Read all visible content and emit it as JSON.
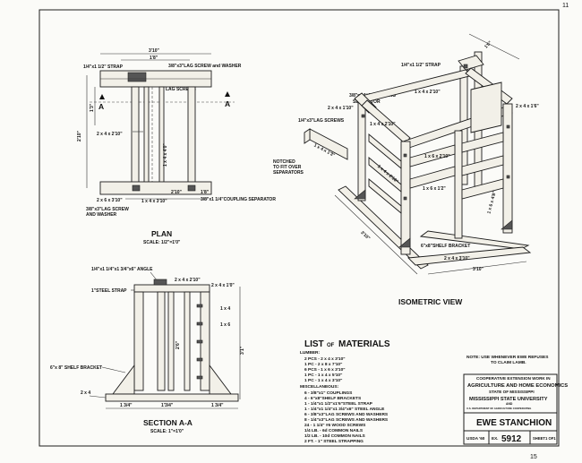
{
  "corner_marks": {
    "top_right": "11",
    "bottom_right": "15"
  },
  "plan": {
    "title": "PLAN",
    "scale": "SCALE: 1/2\"=1'0\"",
    "section_marker": "A",
    "labels": {
      "overall_width": "3'10\"",
      "inner_width": "1'8\"",
      "strap": "1/4\"x1 1/2\" STRAP",
      "lag_screw_washer": "3/8\"x3\"LAG SCREW and WASHER",
      "lag_screws": "LAG SCREWS",
      "depth_left": "2'10\"",
      "depth_top": "1'3\"",
      "rail_2x4": "2 x 4 x 2'10\"",
      "rail_long": "1 x 4 x 4'0\"",
      "bottom_rail": "1 x 4 x 3'10\"",
      "bottom_2x6": "2 x 6 x 3'10\"",
      "lag_screw_bottom": "3/8\"x3\"LAG SCREW",
      "and_washer": "AND WASHER",
      "coupling_separator": "3/8\"x1 1/4\"COUPLING SEPARATOR",
      "dim_a": "2'10\"",
      "dim_b": "1'8\""
    }
  },
  "isometric": {
    "title": "ISOMETRIC VIEW",
    "labels": {
      "top_dim": "1'6\"",
      "strap": "1/4\"x1 1/2\" STRAP",
      "coupling_separator_1": "3/8\"x1 1/4\"COUPLING",
      "coupling_separator_2": "SEPARATOR",
      "rail_top": "1 x 4 x 2'10\"",
      "rail_2x4_left": "2 x 4 x 1'10\"",
      "lag_screws": "1/4\"x3\"LAG SCREWS",
      "rail_right": "2 x 4 x 1'6\"",
      "notched_1": "NOTCHED",
      "notched_2": "TO FIT OVER",
      "notched_3": "SEPARATORS",
      "board_1": "1 x 4 x 2'10\"",
      "board_2": "1 x 6 x 2'10\"",
      "board_3": "1 x 6 x 1'2\"",
      "board_4": "1 x 4 x 2'10\"",
      "front_board": "1 x 4 x 1'3\"",
      "post": "1 x 6 x 4'8\"",
      "shelf_bracket": "6\"x8\"SHELF BRACKET",
      "base_2x4": "2 x 4 x 3'10\"",
      "base_dim_left": "3'10\"",
      "base_dim_right": "3'10\""
    }
  },
  "section": {
    "title": "SECTION A-A",
    "scale": "SCALE: 1\"=1'0\"",
    "labels": {
      "angle": "1/4\"x1 1/4\"x1 3/4\"x6\" ANGLE",
      "top_2x4": "2 x 4 x 2'10\"",
      "top_rail": "2 x 4 x 1'0\"",
      "steel_strap": "1\"STEEL STRAP",
      "side_1x4": "1 x 4",
      "side_1x6": "1 x 6",
      "height": "3'1\"",
      "inner_dim": "2'6\"",
      "shelf_bracket": "6\"x 8\" SHELF BRACKET",
      "base_2x4": "2 x 4",
      "bottom_left": "1 3/4\"",
      "bottom_mid": "1'3/4\"",
      "bottom_right": "1 3/4\""
    }
  },
  "materials": {
    "title": "LIST",
    "title_of": "OF",
    "title_rest": "MATERIALS",
    "lumber_heading": "LUMBER:",
    "lumber": [
      "2 PCS - 2 x 4 x 3'10\"",
      "1 PC - 2 x 8 x 7'10\"",
      "6 PCS - 1 x 6 x 3'10\"",
      "1 PC - 1 x 4 x 5'10\"",
      "1 PC - 1 x 4 x 3'10\""
    ],
    "misc_heading": "MISCELLANEOUS:",
    "misc": [
      "6 - 3/8\"x1\" COUPLINGS",
      "4 - 6\"x8\"SHELF BRACKETS",
      "1 - 1/4\"x1 1/2\"x1'6\"STEEL STRAP",
      "1 - 1/4\"x1 1/4\"x1 3/4\"x6\" STEEL ANGLE",
      "6 - 3/8\"x3\"LAG SCREWS AND WASHERS",
      "8 - 1/4\"x3\"LAG SCREWS AND WASHERS",
      "24 - 1 1/4\" #6 WOOD SCREWS",
      "1/4 LB. - 6d COMMON NAILS",
      "1/2 LB. - 10d COMMON NAILS",
      "2 FT. - 1\" STEEL STRAPPING"
    ]
  },
  "note": {
    "line1": "NOTE: USE WHENEVER EWE REFUSES",
    "line2": "TO CLAIM LAMB."
  },
  "title_block": {
    "line1": "COOPERATIVE EXTENSION WORK IN",
    "line2": "AGRICULTURE AND HOME ECONOMICS",
    "line3": "STATE OF MISSISSIPPI",
    "line4": "MISSISSIPPI STATE UNIVERSITY",
    "line5": "AND",
    "line6": "U.S. DEPARTMENT OF AGRICULTURE COOPERATING",
    "drawing_title": "EWE STANCHION",
    "date_cell": "USDA '60",
    "ex_label": "EX.",
    "plan_number": "5912",
    "sheet_cell": "SHEET1 OF1"
  }
}
